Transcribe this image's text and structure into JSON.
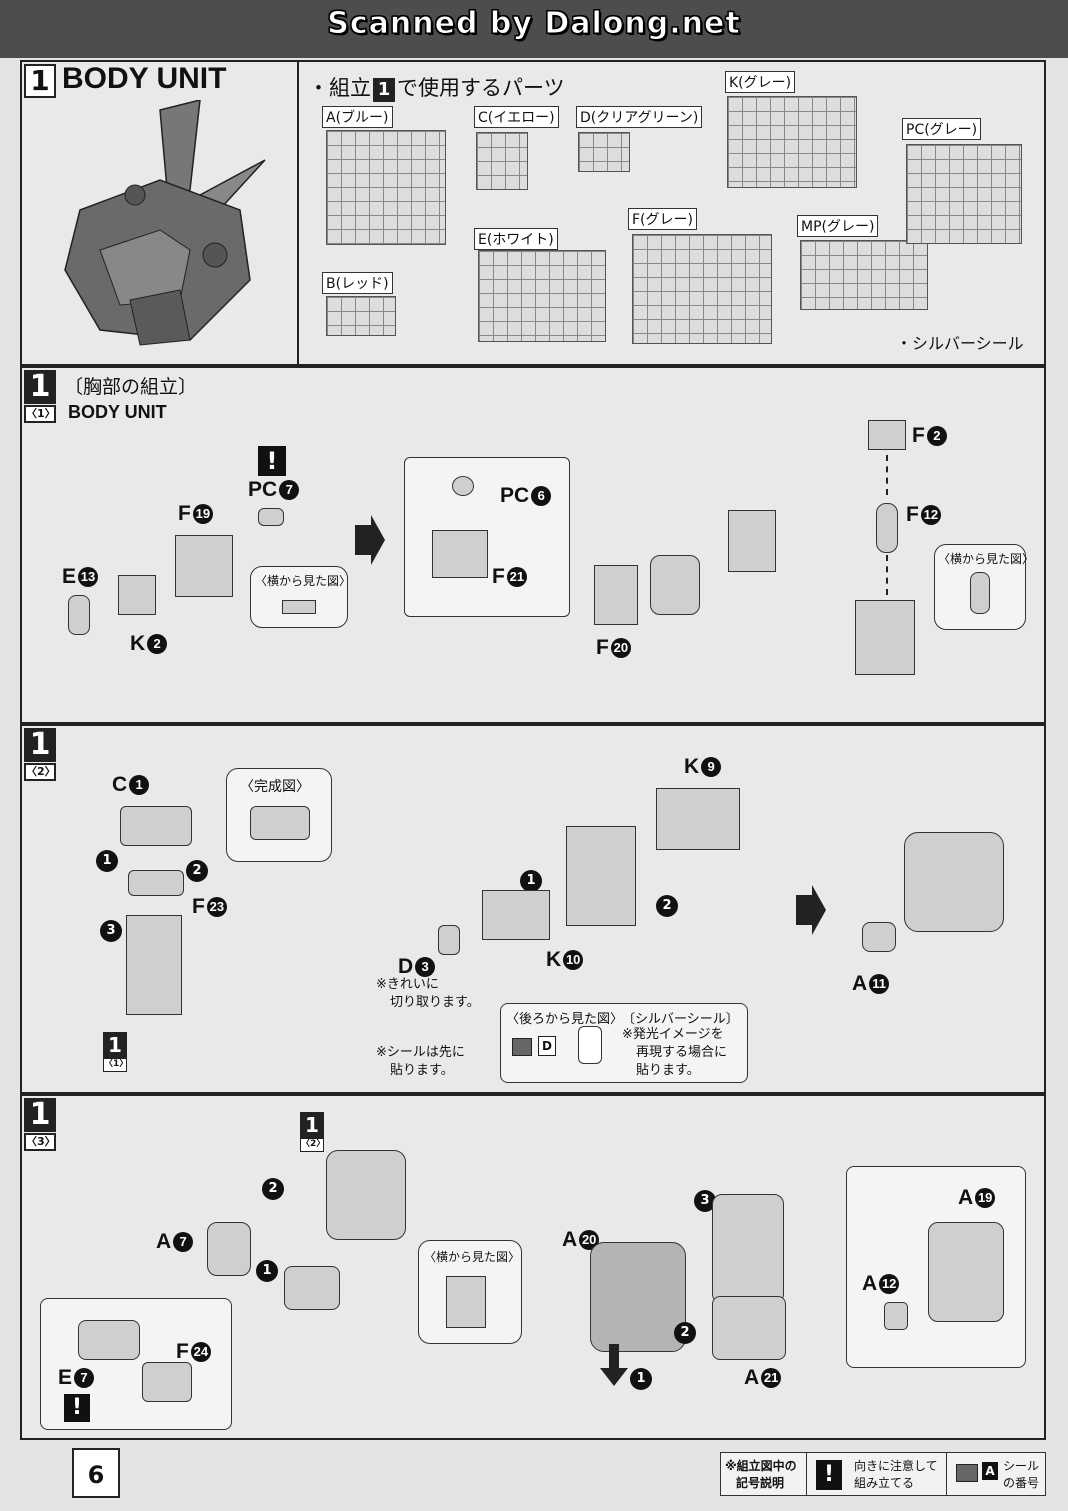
{
  "banner": "Scanned by Dalong.net",
  "header": {
    "number": "1",
    "title": "BODY UNIT",
    "parts_heading_prefix": "・組立",
    "parts_heading_num": "1",
    "parts_heading_suffix": "で使用するパーツ",
    "silver_seal": "・シルバーシール"
  },
  "runners": {
    "A": "A(ブルー)",
    "B": "B(レッド)",
    "C": "C(イエロー)",
    "D": "D(クリアグリーン)",
    "E": "E(ホワイト)",
    "F": "F(グレー)",
    "K": "K(グレー)",
    "MP": "MP(グレー)",
    "PC": "PC(グレー)"
  },
  "section1": {
    "step_num": "1",
    "sub": "〈1〉",
    "title_jp": "〔胸部の組立〕",
    "title_en": "BODY UNIT",
    "parts": {
      "e13": "E",
      "e13n": "13",
      "k2": "K",
      "k2n": "2",
      "f19": "F",
      "f19n": "19",
      "pc7": "PC",
      "pc7n": "7",
      "pc6": "PC",
      "pc6n": "6",
      "f21": "F",
      "f21n": "21",
      "f20": "F",
      "f20n": "20",
      "f2": "F",
      "f2n": "2",
      "f12": "F",
      "f12n": "12"
    },
    "side_view_1": "〈横から見た図〉",
    "side_view_2": "〈横から見た図〉"
  },
  "section2": {
    "step_num": "1",
    "sub": "〈2〉",
    "ref_num": "1",
    "ref_sub": "〈1〉",
    "completed": "〈完成図〉",
    "parts": {
      "c1": "C",
      "c1n": "1",
      "f23": "F",
      "f23n": "23",
      "k9": "K",
      "k9n": "9",
      "k10": "K",
      "k10n": "10",
      "d3": "D",
      "d3n": "3",
      "a11": "A",
      "a11n": "11"
    },
    "note_cut_1": "※きれいに",
    "note_cut_2": "切り取ります。",
    "note_seal_1": "※シールは先に",
    "note_seal_2": "貼ります。",
    "back_view": "〈後ろから見た図〉",
    "silver_seal": "〔シルバーシール〕",
    "glow_1": "※発光イメージを",
    "glow_2": "再現する場合に",
    "glow_3": "貼ります。",
    "seal_d": "D"
  },
  "section3": {
    "step_num": "1",
    "sub": "〈3〉",
    "ref_num": "1",
    "ref_sub": "〈2〉",
    "side_view": "〈横から見た図〉",
    "parts": {
      "a7": "A",
      "a7n": "7",
      "a20": "A",
      "a20n": "20",
      "a19": "A",
      "a19n": "19",
      "a12": "A",
      "a12n": "12",
      "a21": "A",
      "a21n": "21",
      "f24": "F",
      "f24n": "24",
      "e7": "E",
      "e7n": "7"
    }
  },
  "footer": {
    "page": "6",
    "legend_title_1": "※組立図中の",
    "legend_title_2": "記号説明",
    "caution_1": "向きに注意して",
    "caution_2": "組み立てる",
    "seal_num_1": "シール",
    "seal_num_2": "の番号",
    "seal_letter": "A"
  }
}
